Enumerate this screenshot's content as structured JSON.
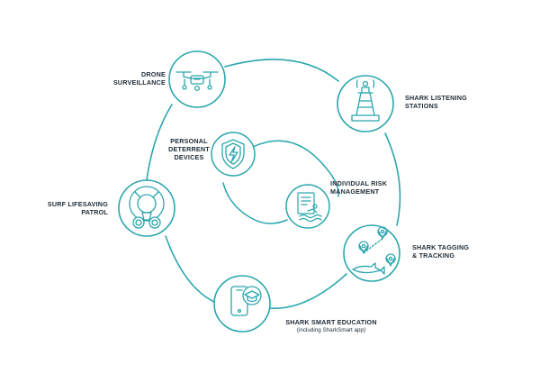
{
  "colors": {
    "accent": "#2aa6ad",
    "text": "#1d2b36",
    "background": "#ffffff"
  },
  "nodes": {
    "drone": {
      "icon": "drone-icon",
      "line1": "DRONE",
      "line2": "SURVEILLANCE"
    },
    "listening": {
      "icon": "buoy-tower-icon",
      "line1": "SHARK LISTENING",
      "line2": "STATIONS"
    },
    "tagging": {
      "icon": "map-pins-shark-icon",
      "line1": "SHARK TAGGING",
      "line2": "& TRACKING"
    },
    "education": {
      "icon": "phone-graduation-cap-icon",
      "line1": "SHARK SMART EDUCATION",
      "sub": "(including SharkSmart app)"
    },
    "patrol": {
      "icon": "lifebuoy-binoculars-icon",
      "line1": "SURF LIFESAVING",
      "line2": "PATROL"
    },
    "deterrent": {
      "icon": "shield-lightning-icon",
      "line1": "PERSONAL",
      "line2": "DETERRENT",
      "line3": "DEVICES"
    },
    "risk": {
      "icon": "document-swimmer-icon",
      "line1": "INDIVIDUAL RISK",
      "line2": "MANAGEMENT"
    }
  }
}
